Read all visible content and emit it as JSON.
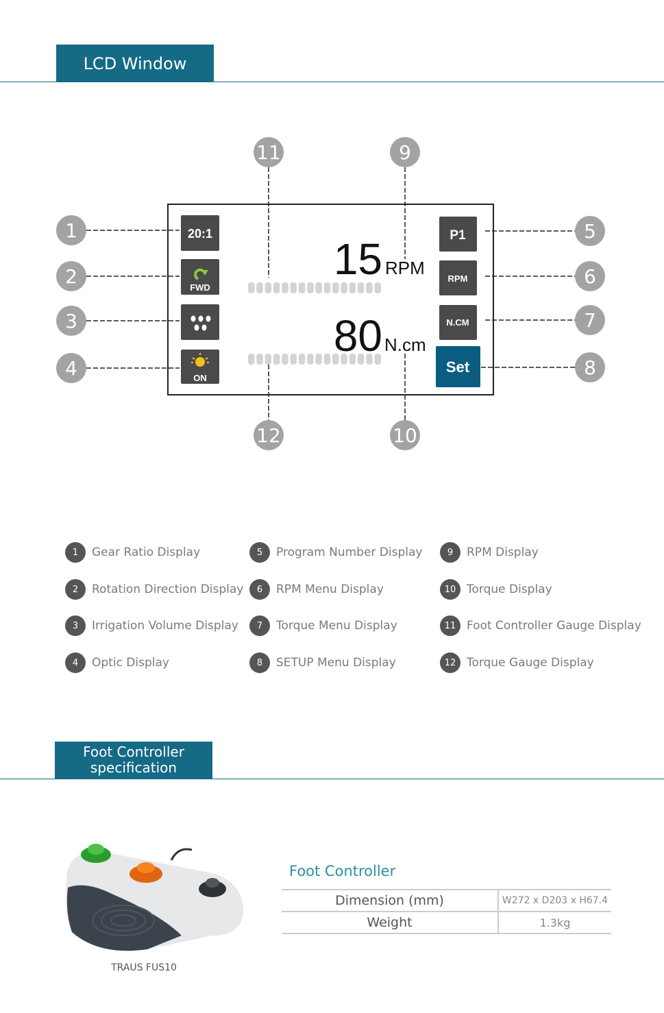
{
  "lcd_section": {
    "title": "LCD Window"
  },
  "lcd": {
    "gear_ratio": "20:1",
    "direction": "FWD",
    "optic": "ON",
    "program": "P1",
    "rpm_menu": "RPM",
    "torque_menu": "N.CM",
    "setup": "Set",
    "rpm_value": "15",
    "rpm_unit": "RPM",
    "torque_value": "80",
    "torque_unit": "N.cm",
    "gauge_segments": 16,
    "accent": "#0a5d80",
    "icon_bg": "#4a4a4a"
  },
  "callouts": [
    "1",
    "2",
    "3",
    "4",
    "5",
    "6",
    "7",
    "8",
    "9",
    "10",
    "11",
    "12"
  ],
  "legend": [
    {
      "n": "1",
      "label": "Gear Ratio Display"
    },
    {
      "n": "2",
      "label": "Rotation Direction Display"
    },
    {
      "n": "3",
      "label": "Irrigation Volume Display"
    },
    {
      "n": "4",
      "label": "Optic Display"
    },
    {
      "n": "5",
      "label": "Program Number Display"
    },
    {
      "n": "6",
      "label": "RPM Menu Display"
    },
    {
      "n": "7",
      "label": "Torque Menu Display"
    },
    {
      "n": "8",
      "label": "SETUP Menu Display"
    },
    {
      "n": "9",
      "label": "RPM Display"
    },
    {
      "n": "10",
      "label": "Torque Display"
    },
    {
      "n": "11",
      "label": "Foot Controller Gauge Display"
    },
    {
      "n": "12",
      "label": "Torque Gauge Display"
    }
  ],
  "foot_section": {
    "title_line1": "Foot Controller",
    "title_line2": "specification",
    "product_caption": "TRAUS FUS10",
    "table_title": "Foot Controller",
    "rows": [
      {
        "label": "Dimension (mm)",
        "value": "W272 x D203 x H67.4"
      },
      {
        "label": "Weight",
        "value": "1.3kg"
      }
    ]
  }
}
